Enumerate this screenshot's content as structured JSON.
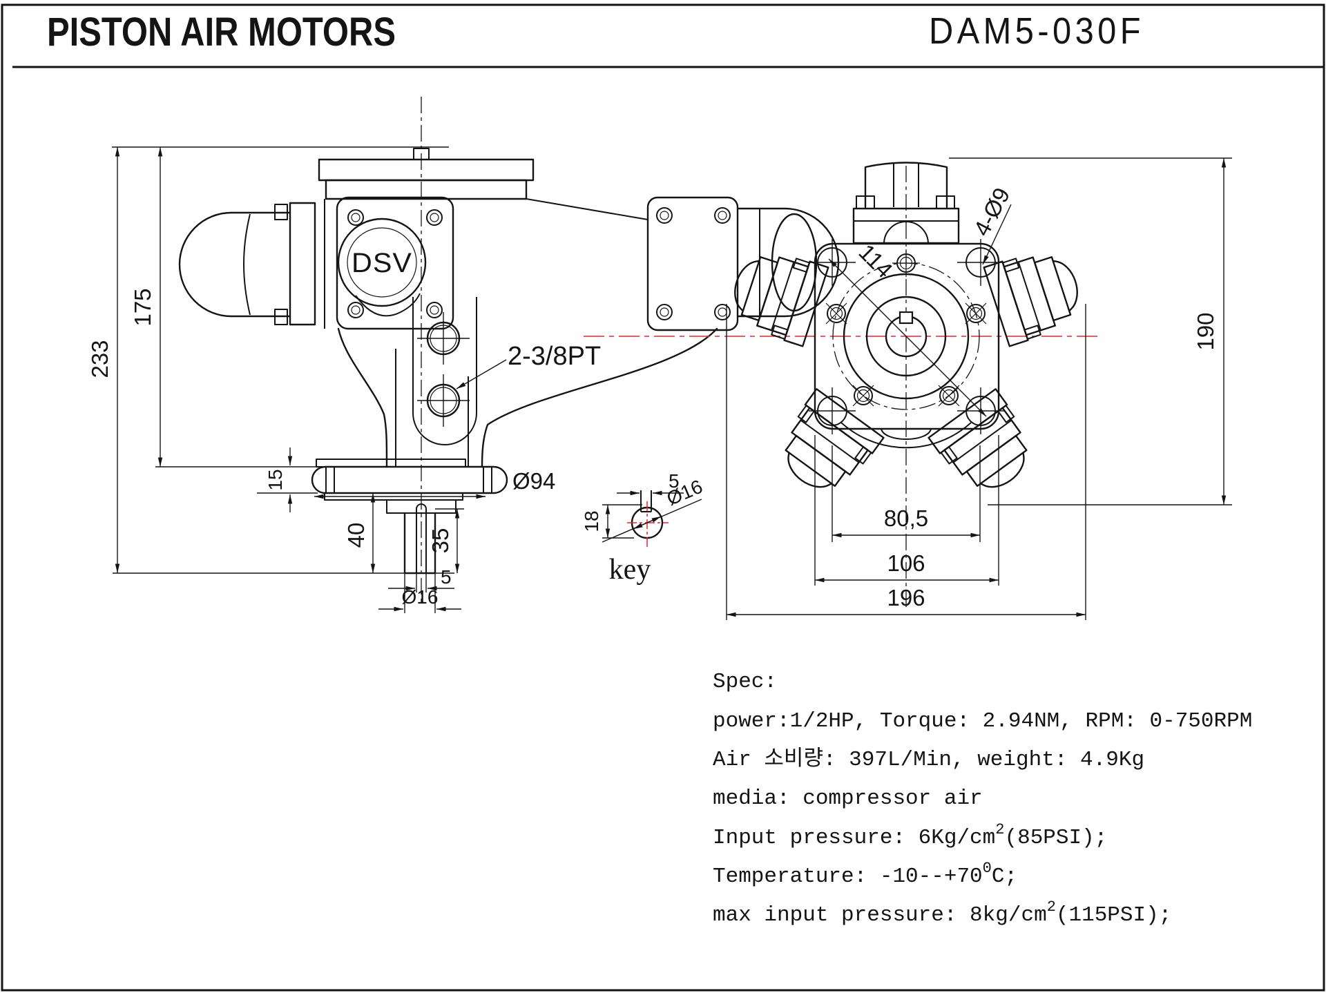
{
  "header": {
    "title": "PISTON AIR MOTORS",
    "model": "DAM5-030F"
  },
  "side_view": {
    "badge": "DSV",
    "port_label": "2-3/8PT",
    "dim_overall_height": "233",
    "dim_body_height": "175",
    "dim_flange_thickness": "15",
    "dim_shaft_length": "40",
    "dim_keyway_length": "35",
    "dim_keyway_width": "5",
    "dim_shaft_dia": "Ø16",
    "dim_flange_dia": "Ø94"
  },
  "front_view": {
    "dim_overall_height": "190",
    "dim_bolt_spacing": "80,5",
    "dim_flange_width": "106",
    "dim_overall_width": "196",
    "dim_diagonal": "114",
    "dim_mount_holes": "4-Ø9"
  },
  "key_detail": {
    "caption": "key",
    "dim_key_width": "5",
    "dim_shaft_dia": "Ø16",
    "dim_key_height": "18"
  },
  "spec": {
    "heading": "Spec:",
    "lines": [
      {
        "pre": "power:1/2HP, Torque: 2.94NM, RPM: 0-750RPM",
        "sup": "",
        "post": ""
      },
      {
        "pre": "Air 소비량: 397L/Min, weight: 4.9Kg",
        "sup": "",
        "post": ""
      },
      {
        "pre": "media: compressor air",
        "sup": "",
        "post": ""
      },
      {
        "pre": "Input pressure: 6Kg/cm",
        "sup": "2",
        "post": "(85PSI);"
      },
      {
        "pre": "Temperature: -10--+70",
        "sup": "0",
        "post": "C;"
      },
      {
        "pre": "max input pressure: 8kg/cm",
        "sup": "2",
        "post": "(115PSI);"
      }
    ]
  },
  "colors": {
    "line": "#141414",
    "centerline_red": "#e8232a",
    "background": "#ffffff"
  }
}
